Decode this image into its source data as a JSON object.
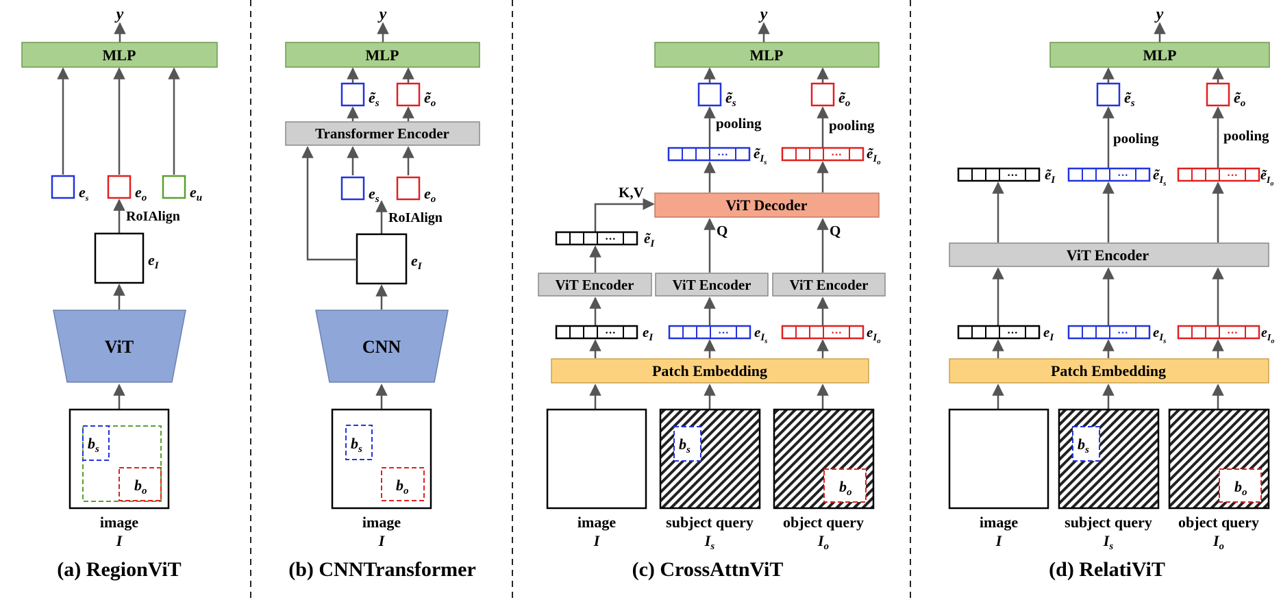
{
  "colors": {
    "mlp": "#a9d08e",
    "vit_trapezoid": "#8fa6d8",
    "encoder_gray": "#cfcfcf",
    "decoder_salmon": "#f4a58a",
    "patch_yellow": "#fcd27f",
    "subject_blue": "#2233dd",
    "object_red": "#e02020",
    "union_green": "#5aa02c"
  },
  "panels": {
    "a": {
      "caption": "(a) RegionViT",
      "output": "y",
      "mlp": "MLP",
      "backbone": "ViT",
      "roialign": "RoIAlign",
      "feat_subject": "e",
      "feat_subject_sub": "s",
      "feat_object": "e",
      "feat_object_sub": "o",
      "feat_union": "e",
      "feat_union_sub": "u",
      "feat_image": "e",
      "feat_image_sub": "I",
      "box_subject": "b",
      "box_subject_sub": "s",
      "box_object": "b",
      "box_object_sub": "o",
      "input_label": "image",
      "input_symbol": "I"
    },
    "b": {
      "caption": "(b) CNNTransformer",
      "output": "y",
      "mlp": "MLP",
      "encoder": "Transformer Encoder",
      "backbone": "CNN",
      "roialign": "RoIAlign",
      "tilde_subject": "ẽ",
      "tilde_subject_sub": "s",
      "tilde_object": "ẽ",
      "tilde_object_sub": "o",
      "feat_subject": "e",
      "feat_subject_sub": "s",
      "feat_object": "e",
      "feat_object_sub": "o",
      "feat_image": "e",
      "feat_image_sub": "I",
      "box_subject": "b",
      "box_subject_sub": "s",
      "box_object": "b",
      "box_object_sub": "o",
      "input_label": "image",
      "input_symbol": "I"
    },
    "c": {
      "caption": "(c) CrossAttnViT",
      "output": "y",
      "mlp": "MLP",
      "decoder": "ViT Decoder",
      "encoder": "ViT Encoder",
      "patch": "Patch Embedding",
      "pooling": "pooling",
      "kv": "K,V",
      "q": "Q",
      "tilde_subject": "ẽ",
      "tilde_subject_sub": "s",
      "tilde_object": "ẽ",
      "tilde_object_sub": "o",
      "tilde_image": "ẽ",
      "tilde_image_sub": "I",
      "tilde_is": "ẽ",
      "tilde_is_sub": "I",
      "tilde_is_subsub": "s",
      "tilde_io": "ẽ",
      "tilde_io_sub": "I",
      "tilde_io_subsub": "o",
      "emb_image": "e",
      "emb_image_sub": "I",
      "emb_is": "e",
      "emb_is_sub": "I",
      "emb_is_subsub": "s",
      "emb_io": "e",
      "emb_io_sub": "I",
      "emb_io_subsub": "o",
      "dots": "···",
      "box_subject": "b",
      "box_subject_sub": "s",
      "box_object": "b",
      "box_object_sub": "o",
      "inputs": [
        {
          "label": "image",
          "symbol": "I",
          "sub": ""
        },
        {
          "label": "subject query",
          "symbol": "I",
          "sub": "s"
        },
        {
          "label": "object query",
          "symbol": "I",
          "sub": "o"
        }
      ]
    },
    "d": {
      "caption": "(d) RelatiViT",
      "output": "y",
      "mlp": "MLP",
      "encoder": "ViT Encoder",
      "patch": "Patch Embedding",
      "pooling": "pooling",
      "tilde_subject": "ẽ",
      "tilde_subject_sub": "s",
      "tilde_object": "ẽ",
      "tilde_object_sub": "o",
      "tilde_image": "ẽ",
      "tilde_image_sub": "I",
      "tilde_is": "ẽ",
      "tilde_is_sub": "I",
      "tilde_is_subsub": "s",
      "tilde_io": "ẽ",
      "tilde_io_sub": "I",
      "tilde_io_subsub": "o",
      "emb_image": "e",
      "emb_image_sub": "I",
      "emb_is": "e",
      "emb_is_sub": "I",
      "emb_is_subsub": "s",
      "emb_io": "e",
      "emb_io_sub": "I",
      "emb_io_subsub": "o",
      "dots": "···",
      "box_subject": "b",
      "box_subject_sub": "s",
      "box_object": "b",
      "box_object_sub": "o",
      "inputs": [
        {
          "label": "image",
          "symbol": "I",
          "sub": ""
        },
        {
          "label": "subject query",
          "symbol": "I",
          "sub": "s"
        },
        {
          "label": "object query",
          "symbol": "I",
          "sub": "o"
        }
      ]
    }
  }
}
